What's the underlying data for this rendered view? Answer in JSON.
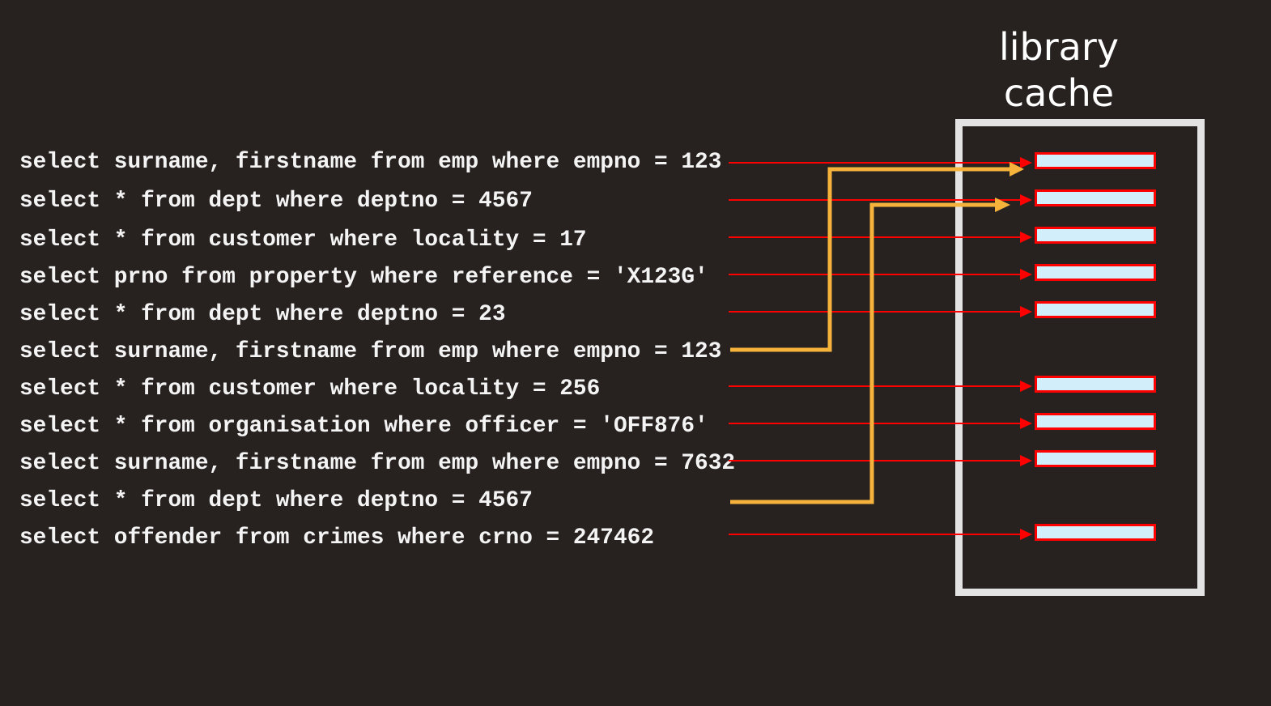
{
  "title": {
    "line1": "library",
    "line2": "cache"
  },
  "colors": {
    "background": "#272220",
    "text": "#f4f4f4",
    "arrow_new": "#ff0000",
    "arrow_reuse": "#f6b33c",
    "cache_entry_fill": "#d2eefb",
    "cache_entry_border": "#ff0000",
    "cache_box_border": "#e3e3e3"
  },
  "statements": [
    {
      "text": "select surname, firstname from emp where empno = 123",
      "result": "new cache entry 1"
    },
    {
      "text": "select * from dept where deptno = 4567",
      "result": "new cache entry 2"
    },
    {
      "text": "select * from customer where locality = 17",
      "result": "new cache entry 3"
    },
    {
      "text": "select prno from property where reference = 'X123G'",
      "result": "new cache entry 4"
    },
    {
      "text": "select * from dept where deptno = 23",
      "result": "new cache entry 5"
    },
    {
      "text": "select surname, firstname from emp where empno = 123",
      "result": "reuses cache entry 1"
    },
    {
      "text": "select * from customer where locality = 256",
      "result": "new cache entry 6"
    },
    {
      "text": "select * from organisation where officer = 'OFF876'",
      "result": "new cache entry 7"
    },
    {
      "text": "select surname, firstname from emp where empno = 7632",
      "result": "new cache entry 8"
    },
    {
      "text": "select * from dept where deptno = 4567",
      "result": "reuses cache entry 2"
    },
    {
      "text": "select offender from crimes where crno = 247462",
      "result": "new cache entry 9"
    }
  ],
  "cache_entries_count": 9
}
